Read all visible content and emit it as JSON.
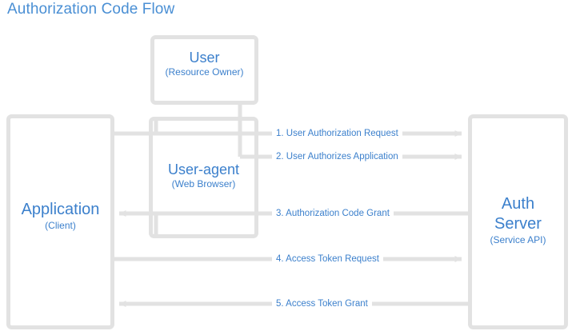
{
  "title": "Authorization Code Flow",
  "colors": {
    "accent_blue": "#3c80cc",
    "title_blue": "#4a8fd4",
    "line_gray": "#e2e2e2",
    "background": "#ffffff"
  },
  "nodes": [
    {
      "id": "user",
      "title": "User",
      "subtitle": "(Resource Owner)"
    },
    {
      "id": "user-agent",
      "title": "User-agent",
      "subtitle": "(Web Browser)"
    },
    {
      "id": "application",
      "title": "Application",
      "subtitle": "(Client)"
    },
    {
      "id": "auth-server",
      "title_line1": "Auth",
      "title_line2": "Server",
      "subtitle": "(Service API)"
    }
  ],
  "edges": [
    {
      "step": "1",
      "label": "1. User Authorization Request",
      "from": "application",
      "to": "auth-server",
      "direction": "right"
    },
    {
      "step": "2",
      "label": "2. User Authorizes Application",
      "from": "user",
      "to": "auth-server",
      "direction": "right"
    },
    {
      "step": "3",
      "label": "3. Authorization Code Grant",
      "from": "auth-server",
      "to": "application",
      "direction": "left"
    },
    {
      "step": "4",
      "label": "4. Access Token Request",
      "from": "application",
      "to": "auth-server",
      "direction": "right"
    },
    {
      "step": "5",
      "label": "5. Access Token Grant",
      "from": "auth-server",
      "to": "application",
      "direction": "left"
    }
  ]
}
